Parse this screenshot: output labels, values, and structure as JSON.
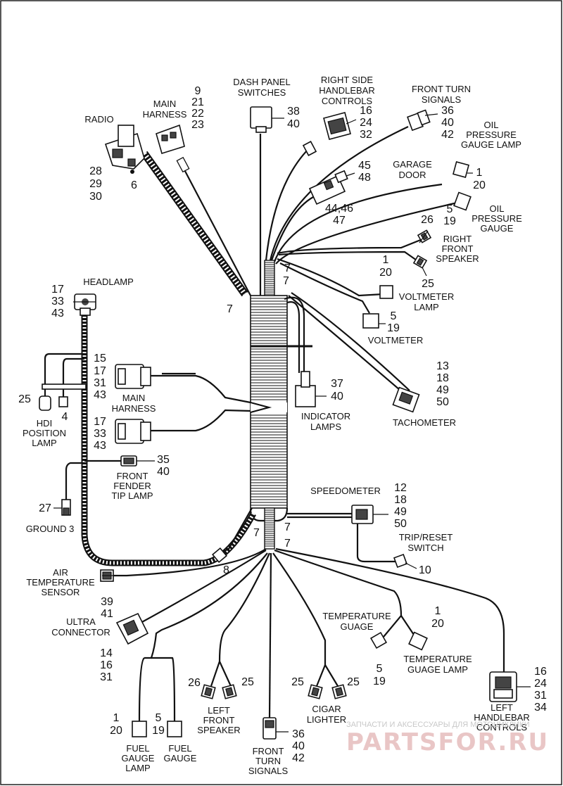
{
  "labels": {
    "radio": "RADIO",
    "main_harness_top": [
      "MAIN",
      "HARNESS"
    ],
    "dash_panel": [
      "DASH PANEL",
      "SWITCHES"
    ],
    "right_handlebar": [
      "RIGHT SIDE",
      "HANDLEBAR",
      "CONTROLS"
    ],
    "front_turn_top": [
      "FRONT TURN",
      "SIGNALS"
    ],
    "oil_pressure_lamp": [
      "OIL",
      "PRESSURE",
      "GAUGE LAMP"
    ],
    "garage_door": [
      "GARAGE",
      "DOOR"
    ],
    "oil_pressure_gauge": [
      "OIL",
      "PRESSURE",
      "GAUGE"
    ],
    "right_front_speaker": [
      "RIGHT",
      "FRONT",
      "SPEAKER"
    ],
    "voltmeter_lamp": [
      "VOLTMETER",
      "LAMP"
    ],
    "voltmeter": "VOLTMETER",
    "headlamp": "HEADLAMP",
    "main_harness_mid": [
      "MAIN",
      "HARNESS"
    ],
    "hdi_position": [
      "HDI",
      "POSITION",
      "LAMP"
    ],
    "indicator_lamps": [
      "INDICATOR",
      "LAMPS"
    ],
    "tachometer": "TACHOMETER",
    "front_fender": [
      "FRONT",
      "FENDER",
      "TIP LAMP"
    ],
    "ground3": "GROUND 3",
    "speedometer": "SPEEDOMETER",
    "trip_reset": [
      "TRIP/RESET",
      "SWITCH"
    ],
    "air_temp": [
      "AIR",
      "TEMPERATURE",
      "SENSOR"
    ],
    "ultra_connector": [
      "ULTRA",
      "CONNECTOR"
    ],
    "temperature_guage": [
      "TEMPERATURE",
      "GUAGE"
    ],
    "temperature_guage_lamp": [
      "TEMPERATURE",
      "GUAGE LAMP"
    ],
    "left_front_speaker": [
      "LEFT",
      "FRONT",
      "SPEAKER"
    ],
    "cigar_lighter": [
      "CIGAR",
      "LIGHTER"
    ],
    "left_handlebar": [
      "LEFT",
      "HANDLEBAR",
      "CONTROLS"
    ],
    "fuel_gauge_lamp": [
      "FUEL",
      "GAUGE",
      "LAMP"
    ],
    "fuel_gauge": [
      "FUEL",
      "GAUGE"
    ],
    "front_turn_bottom": [
      "FRONT",
      "TURN",
      "SIGNALS"
    ]
  },
  "callouts": {
    "radio": [
      "28",
      "29",
      "30"
    ],
    "radio_side": "6",
    "main_harness_top": [
      "9",
      "21",
      "22",
      "23"
    ],
    "dash_panel": [
      "38",
      "40"
    ],
    "right_handlebar": [
      "16",
      "24",
      "32"
    ],
    "front_turn_top": [
      "36",
      "40",
      "42"
    ],
    "cluster_a": [
      "45",
      "48"
    ],
    "cluster_b": [
      "44,46",
      "47"
    ],
    "garage_door": [
      "1",
      "20"
    ],
    "oil_pressure_gauge": [
      "5",
      "19"
    ],
    "speaker_right_a": "26",
    "speaker_right_b": "25",
    "voltmeter_lamp": [
      "1",
      "20"
    ],
    "voltmeter": [
      "5",
      "19"
    ],
    "clip_a": "7",
    "clip_b": "7",
    "clip_c": "7",
    "headlamp": [
      "17",
      "33",
      "43"
    ],
    "hdi_a": "15",
    "main_harness_upper": [
      "17",
      "31",
      "43"
    ],
    "main_harness_lower": [
      "17",
      "33",
      "43"
    ],
    "hdi_left": "25",
    "hdi_right": "4",
    "indicator_lamps": [
      "37",
      "40"
    ],
    "tachometer": [
      "13",
      "18",
      "49",
      "50"
    ],
    "front_fender": [
      "35",
      "40"
    ],
    "ground3": "27",
    "speedometer": [
      "12",
      "18",
      "49",
      "50"
    ],
    "clip_d": "7",
    "clip_e": "7",
    "clip_f": "7",
    "clip_g": "8",
    "trip_reset": "10",
    "air_temp": [
      "39",
      "41"
    ],
    "ultra_connector": [
      "14",
      "16",
      "31"
    ],
    "temperature_guage": [
      "5",
      "19"
    ],
    "temperature_guage_lamp": [
      "1",
      "20"
    ],
    "left_front_speaker_a": "26",
    "left_front_speaker_b": "25",
    "cigar_a": "25",
    "cigar_b": "25",
    "left_handlebar": [
      "16",
      "24",
      "31",
      "34"
    ],
    "fuel_gauge_lamp": [
      "1",
      "20"
    ],
    "fuel_gauge": [
      "5",
      "19"
    ],
    "front_turn_bottom": [
      "36",
      "40",
      "42"
    ]
  },
  "watermark": {
    "line1": "ЗАПЧАСТИ И АКСЕССУАРЫ ДЛЯ МОТОЦИКЛИКИ",
    "line2": "PARTSFOR.RU"
  }
}
